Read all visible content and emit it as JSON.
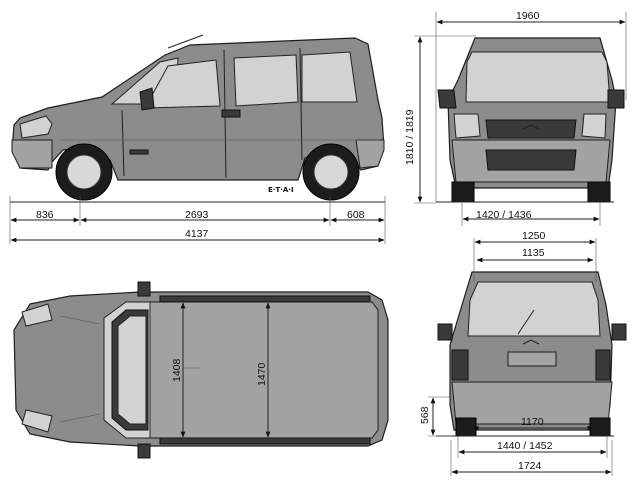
{
  "diagram": {
    "side_view": {
      "badge": "E·T·A·I",
      "dims": {
        "front_overhang": "836",
        "wheelbase": "2693",
        "rear_overhang": "608",
        "overall_length": "4137"
      }
    },
    "front_view": {
      "dims": {
        "width_mirrors": "1960",
        "height": "1810 / 1819",
        "front_track": "1420 / 1436"
      }
    },
    "top_view": {
      "dims": {
        "interior_width_front": "1408",
        "interior_width_rear": "1470"
      }
    },
    "rear_view": {
      "dims": {
        "roof_width": "1250",
        "tailgate_upper": "1135",
        "tailgate_lower": "1170",
        "sill_height": "568",
        "rear_track": "1440 / 1452",
        "body_width": "1724"
      }
    }
  }
}
